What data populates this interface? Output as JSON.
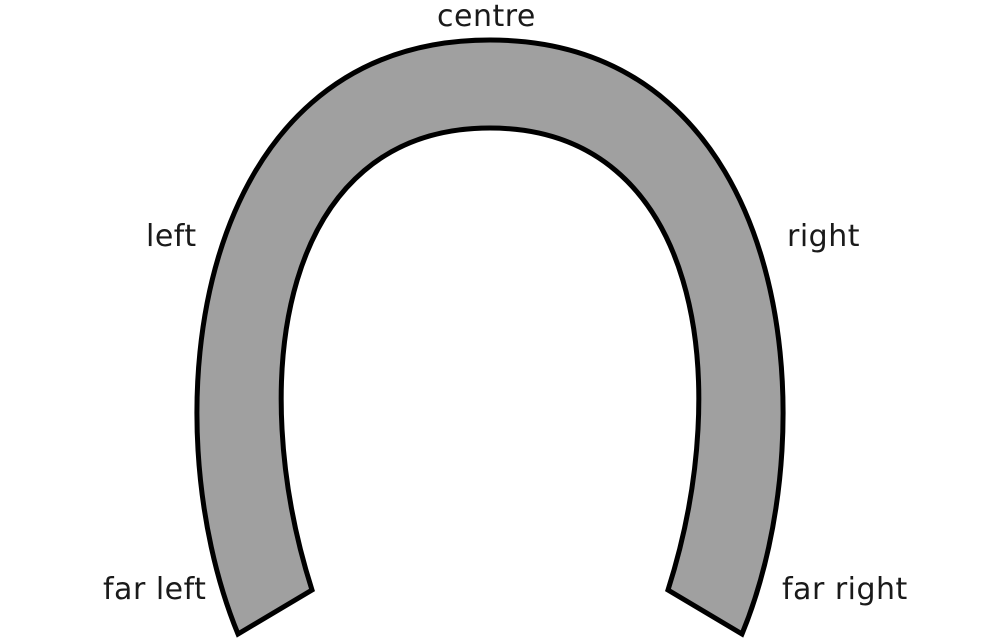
{
  "diagram": {
    "shape_fill": "#a0a0a0",
    "shape_stroke": "#000000",
    "labels": {
      "centre": "centre",
      "left": "left",
      "right": "right",
      "far_left": "far left",
      "far_right": "far right"
    }
  }
}
